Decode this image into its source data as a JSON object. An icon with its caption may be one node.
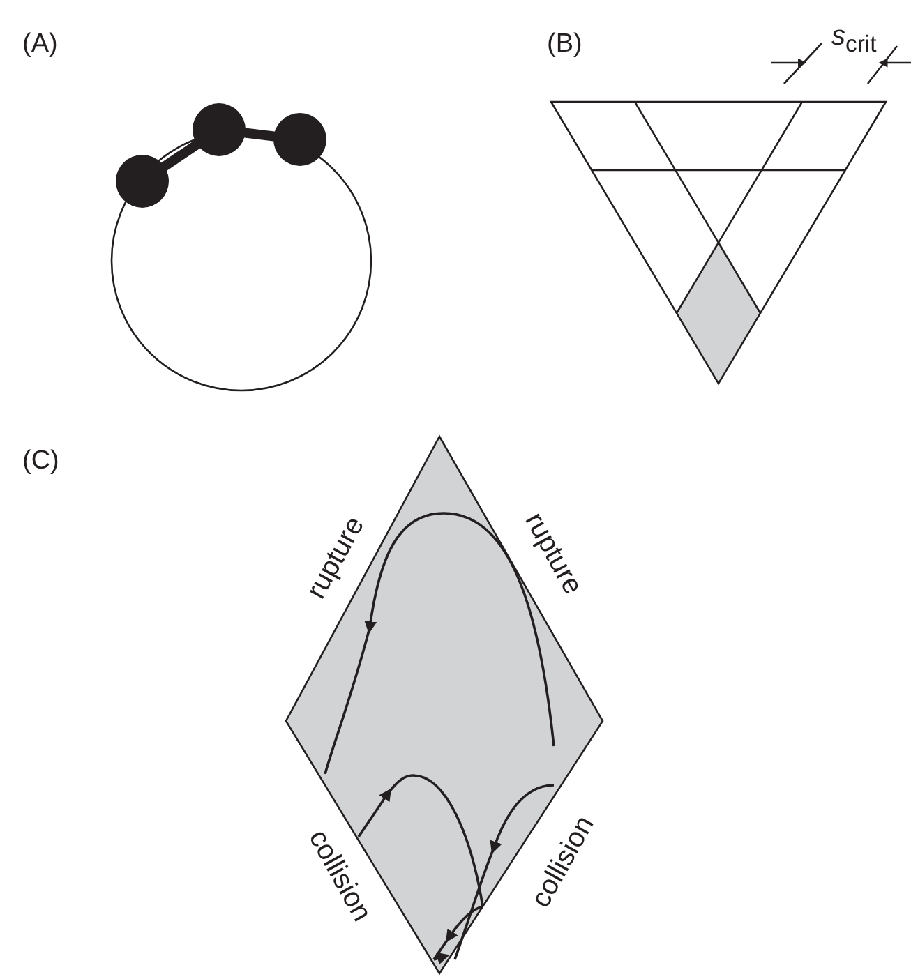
{
  "diagram": {
    "labels": [
      "(A)",
      "(B)",
      "*s*$_{crit}$",
      "(C)",
      "rupture",
      "rupture",
      "collision",
      "collision"
    ]
  }
}
